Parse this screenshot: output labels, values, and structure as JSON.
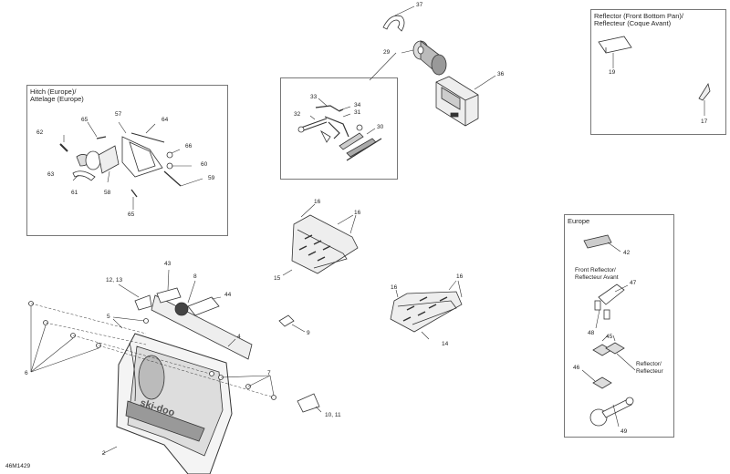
{
  "figure_code": "46M1429",
  "boxes": {
    "hitch": {
      "title_line1": "Hitch (Europe)/",
      "title_line2": "Attelage (Europe)"
    },
    "tools": {},
    "reflector_front": {
      "title_line1": "Reflector (Front Bottom Pan)/",
      "title_line2": "Reflecteur (Coque Avant)"
    },
    "europe": {
      "title": "Europe",
      "front_reflector_line1": "Front Reflector/",
      "front_reflector_line2": "Reflecteur Avant",
      "reflector_line1": "Reflector/",
      "reflector_line2": "Reflecteur"
    }
  },
  "callouts": {
    "c37": "37",
    "c29": "29",
    "c36": "36",
    "c33": "33",
    "c34": "34",
    "c32": "32",
    "c31": "31",
    "c30": "30",
    "c19": "19",
    "c17": "17",
    "c65a": "65",
    "c57": "57",
    "c64": "64",
    "c62": "62",
    "c66": "66",
    "c63": "63",
    "c60": "60",
    "c59": "59",
    "c61": "61",
    "c58": "58",
    "c65b": "65",
    "c16a": "16",
    "c16b": "16",
    "c15": "15",
    "c16c": "16",
    "c16d": "16",
    "c14": "14",
    "c9": "9",
    "c43": "43",
    "c8": "8",
    "c1213": "12, 13",
    "c44": "44",
    "c5": "5",
    "c4": "4",
    "c6": "6",
    "c7": "7",
    "c2": "2",
    "c1011": "10, 11",
    "c42": "42",
    "c47": "47",
    "c48": "48",
    "c45": "45",
    "c46": "46",
    "c49": "49"
  },
  "brand_text": "ski-doo"
}
